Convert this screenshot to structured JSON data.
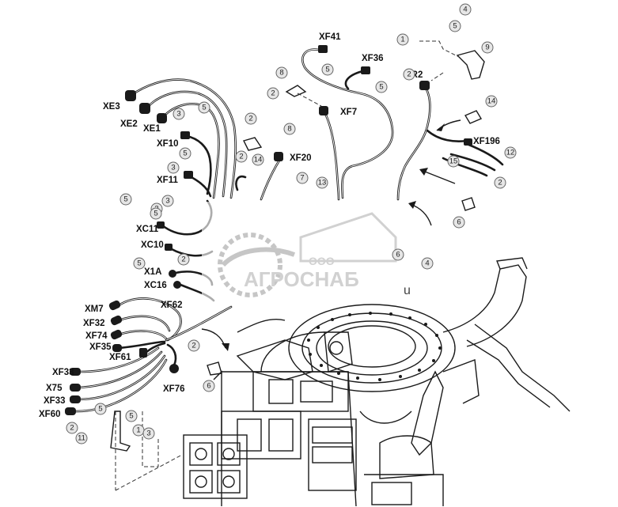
{
  "diagram": {
    "connectors": [
      "XE3",
      "XE2",
      "XE1",
      "XF10",
      "XF11",
      "XF41",
      "XF36",
      "XF7",
      "XF20",
      "XR2",
      "XF196",
      "XC11",
      "XC10",
      "X1A",
      "XC16",
      "XF62",
      "XM7",
      "XF32",
      "XF74",
      "XF35",
      "XF61",
      "XF33",
      "X75",
      "XF33",
      "XF60",
      "XF76"
    ],
    "callouts": [
      "4",
      "5",
      "1",
      "9",
      "2",
      "14",
      "12",
      "15",
      "2",
      "6",
      "8",
      "5",
      "5",
      "2",
      "8",
      "3",
      "5",
      "3",
      "5",
      "2",
      "14",
      "2",
      "7",
      "13",
      "5",
      "3",
      "3",
      "5",
      "2",
      "6",
      "4",
      "5",
      "2",
      "11",
      "5",
      "1",
      "3",
      "5",
      "2",
      "6"
    ]
  },
  "watermark": {
    "org": "ООО",
    "name": "АГРОСНАБ",
    "suffix": "u"
  }
}
